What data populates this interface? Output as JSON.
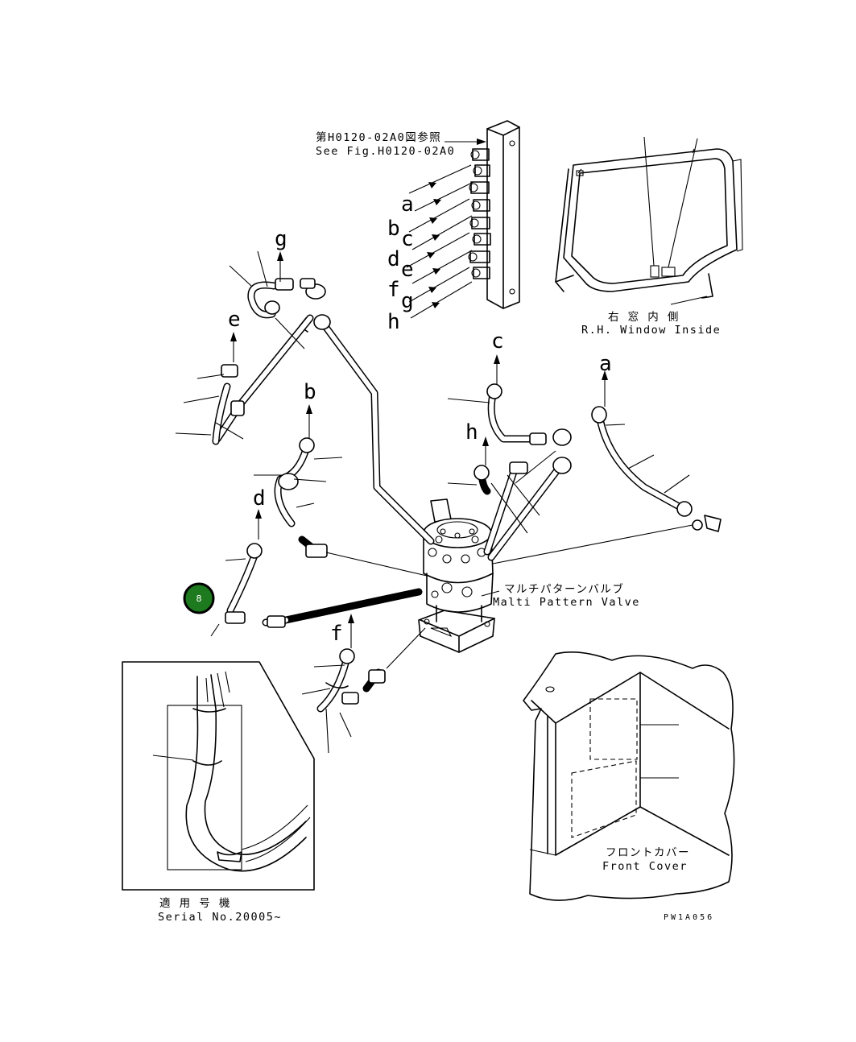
{
  "reference": {
    "ja": "第H0120-02A0図参照",
    "en": "See Fig.H0120-02A0"
  },
  "port_labels": [
    "a",
    "b",
    "c",
    "d",
    "e",
    "f",
    "g",
    "h"
  ],
  "hose_labels": {
    "g": "g",
    "e": "e",
    "b": "b",
    "d": "d",
    "c": "c",
    "h": "h",
    "a": "a",
    "f": "f"
  },
  "window": {
    "ja": "右 窓 内 側",
    "en": "R.H. Window Inside"
  },
  "valve": {
    "ja": "マルチパターンバルブ",
    "en": "Malti Pattern Valve"
  },
  "front_cover": {
    "ja": "フロントカバー",
    "en": "Front Cover"
  },
  "serial": {
    "ja": "適 用 号 機",
    "en": "Serial No.20005~"
  },
  "drawing_code": "PW1A056",
  "badge": {
    "number": "8",
    "color": "#1e7a1e"
  }
}
